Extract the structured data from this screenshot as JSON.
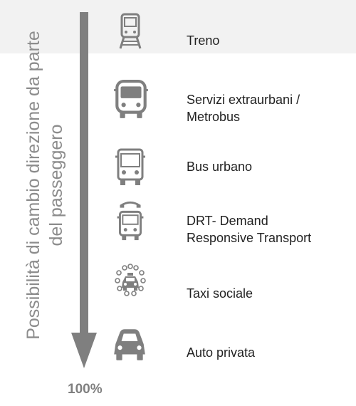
{
  "axis": {
    "label_line1": "Possibilità di cambio direzione da parte",
    "label_line2": "del passeggero",
    "end_value": "100%"
  },
  "colors": {
    "arrow": "#7f7f7f",
    "icon": "#7f7f7f",
    "top_band": "#f2f2f2",
    "axis_text": "#8c8c8c"
  },
  "modes": [
    {
      "icon": "train-icon",
      "label": "Treno"
    },
    {
      "icon": "coach-icon",
      "label": "Servizi extraurbani /\nMetrobus"
    },
    {
      "icon": "bus-icon",
      "label": "Bus urbano"
    },
    {
      "icon": "phone-bus-icon",
      "label": "DRT- Demand\nResponsive Transport"
    },
    {
      "icon": "social-taxi-icon",
      "label": "Taxi sociale"
    },
    {
      "icon": "car-icon",
      "label": "Auto privata"
    }
  ]
}
